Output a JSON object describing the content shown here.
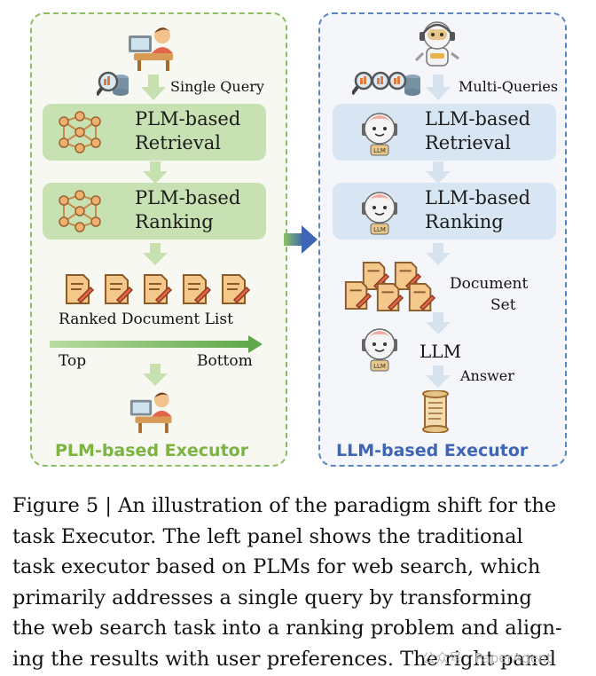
{
  "left_panel": {
    "query_label": "Single Query",
    "box1": [
      "PLM-based",
      "Retrieval"
    ],
    "box2": [
      "PLM-based",
      "Ranking"
    ],
    "doc_list_label": "Ranked Document List",
    "top_label": "Top",
    "bottom_label": "Bottom",
    "footer": "PLM-based Executor"
  },
  "right_panel": {
    "query_label": "Multi-Queries",
    "box1": [
      "LLM-based",
      "Retrieval"
    ],
    "box2": [
      "LLM-based",
      "Ranking"
    ],
    "doc_set_label": [
      "Document",
      "Set"
    ],
    "llm_label": "LLM",
    "answer_label": "Answer",
    "footer": "LLM-based Executor",
    "robot_badge": "LLM"
  },
  "caption": [
    "Figure 5 | An illustration of the paradigm shift for the",
    "task Executor.  The left panel shows the traditional",
    "task executor based on PLMs for web search, which",
    "primarily addresses a single query by transforming",
    "the web search task into a ranking problem and align-",
    "ing the results with user preferences. The right panel"
  ],
  "watermark": "公众号 · PaperAgent",
  "colors": {
    "green": "#7cb342",
    "blue": "#3f66b5",
    "green_box": "#c7e1b2",
    "blue_box": "#d8e6f3"
  }
}
